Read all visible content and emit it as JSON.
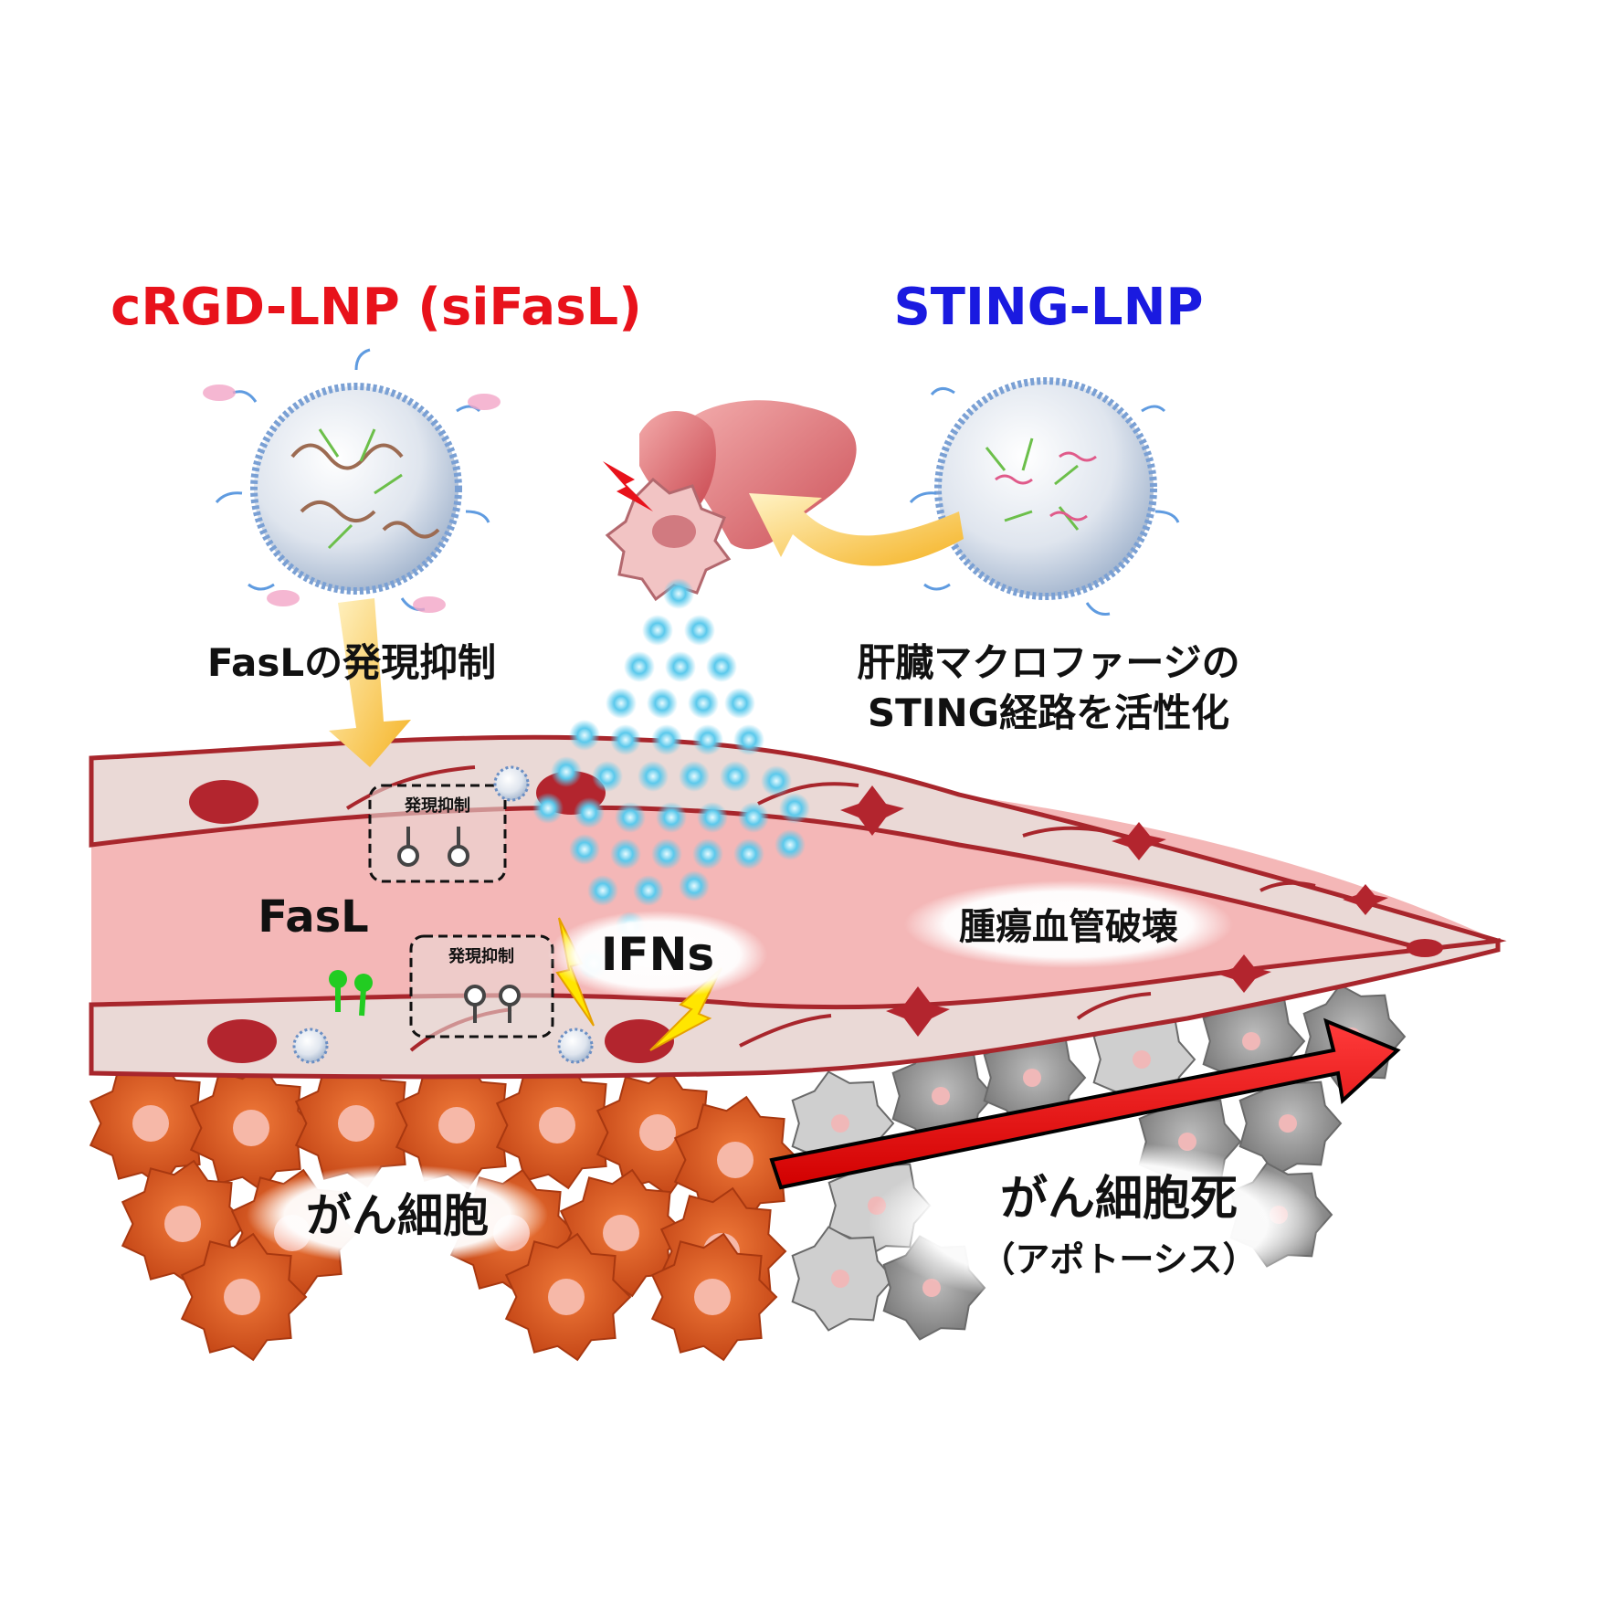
{
  "labels": {
    "crgd_title": "cRGD-LNP (siFasL)",
    "sting_title": "STING-LNP",
    "fasl_suppression": "FasLの発現抑制",
    "sting_line1": "肝臓マクロファージの",
    "sting_line2": "STING経路を活性化",
    "box_label_top": "発現抑制",
    "box_label_bottom": "発現抑制",
    "fasl": "FasL",
    "ifns": "IFNs",
    "vessel_destruction": "腫瘍血管破壊",
    "cancer_cells": "がん細胞",
    "cancer_death": "がん細胞死",
    "apoptosis": "（アポトーシス）"
  },
  "colors": {
    "crgd_title": "#e8121b",
    "sting_title": "#1a1ae0",
    "body_text": "#111111",
    "vessel_fill": "#f4b7b7",
    "vessel_wall": "#ead9d6",
    "vessel_edge": "#a8262c",
    "cell_nucleus": "#b3252e",
    "cancer_cell": "#d4541c",
    "dead_cell": "#8d8d8d",
    "red_arrow": "#ff0000",
    "yellow_arrow": "#f5b324",
    "ifn_dot": "#7fd6ee",
    "fasl_receptor": "#22cc22"
  }
}
